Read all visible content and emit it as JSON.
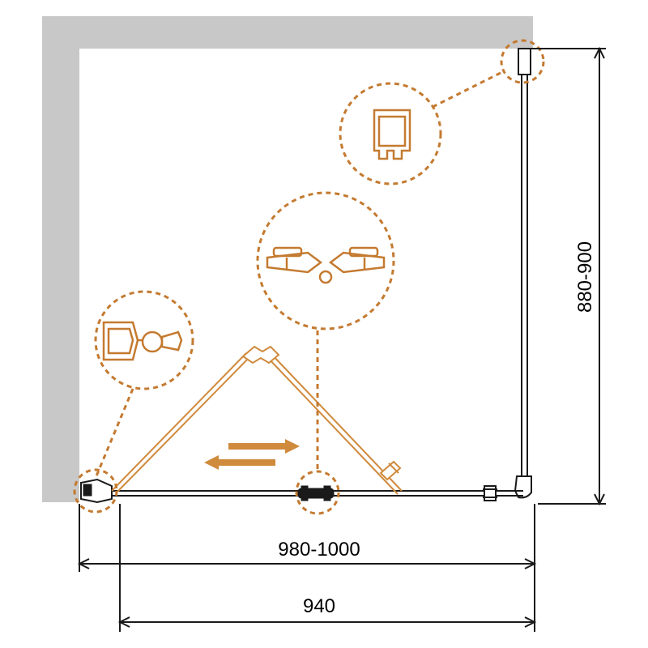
{
  "colors": {
    "wall": "#c8c8c8",
    "line": "#1a1a1a",
    "accent": "#d08a3c",
    "background": "#ffffff"
  },
  "dimensions": {
    "height_label": "880-900",
    "outer_width_label": "980-1000",
    "inner_width_label": "940"
  },
  "details": [
    {
      "name": "wall-profile-detail"
    },
    {
      "name": "door-center-seal-detail"
    },
    {
      "name": "hinge-bracket-detail"
    }
  ],
  "icons": {
    "slide-arrows": "double-arrow-icon"
  }
}
